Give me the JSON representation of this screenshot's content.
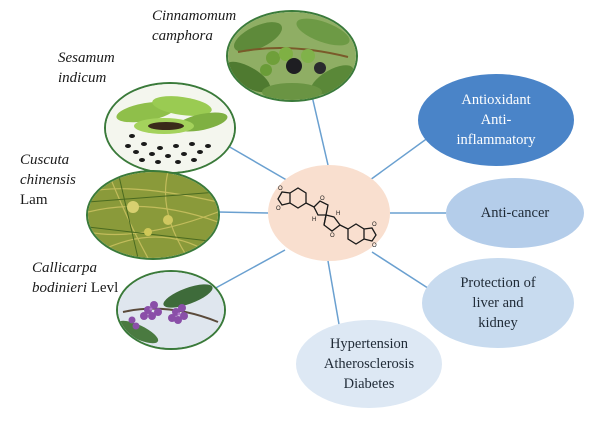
{
  "plants": [
    {
      "id": "cinnamomum",
      "name_italic": "Cinnamomum",
      "name_line2_italic": "camphora",
      "name_line2_plain": ""
    },
    {
      "id": "sesamum",
      "name_italic": "Sesamum",
      "name_line2_italic": "indicum",
      "name_line2_plain": ""
    },
    {
      "id": "cuscuta",
      "name_italic": "Cuscuta",
      "name_line2_italic": "chinensis",
      "name_line2_plain": "",
      "name_line3_plain": "Lam"
    },
    {
      "id": "callicarpa",
      "name_italic": "Callicarpa",
      "name_line2_italic": "bodinieri",
      "name_line2_plain": " Levl"
    }
  ],
  "effects": [
    {
      "id": "antioxidant",
      "lines": [
        "Antioxidant",
        "Anti-",
        "inflammatory"
      ],
      "color": "#4a84c8"
    },
    {
      "id": "anticancer",
      "lines": [
        "Anti-cancer"
      ],
      "color": "#b4cdea"
    },
    {
      "id": "liver",
      "lines": [
        "Protection of",
        "liver and",
        "kidney"
      ],
      "color": "#c8dbef"
    },
    {
      "id": "hypertension",
      "lines": [
        "Hypertension",
        "Atherosclerosis",
        "Diabetes"
      ],
      "color": "#dde8f4"
    }
  ],
  "colors": {
    "connector": "#6aa0d0",
    "center_fill": "#f9dfcf",
    "picture_border": "#3a7a3a"
  }
}
